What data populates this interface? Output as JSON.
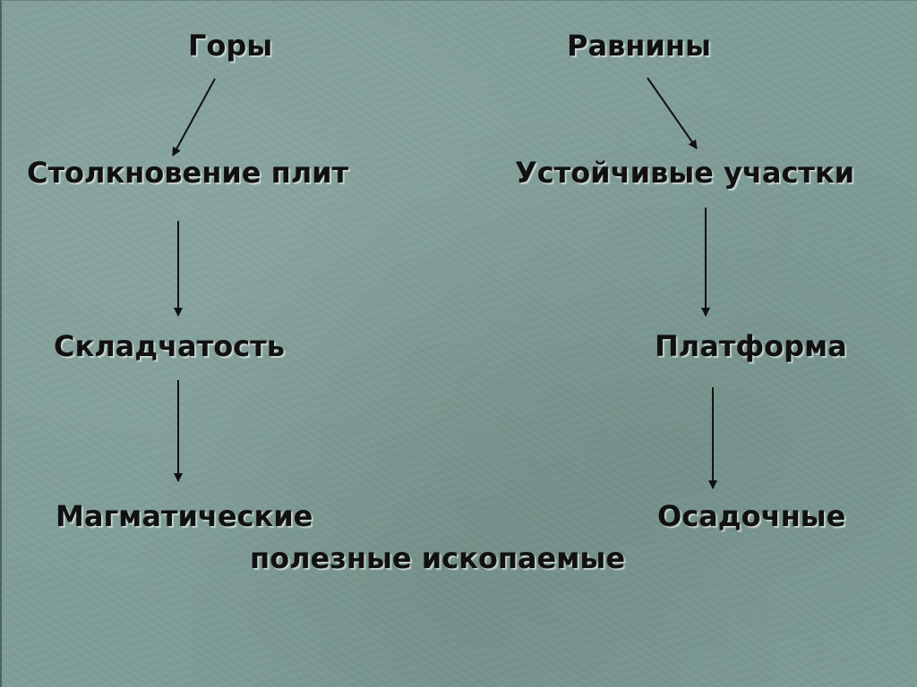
{
  "diagram": {
    "left": {
      "top": "Горы",
      "step1": "Столкновение плит",
      "step2": "Складчатость",
      "step3": "Магматические"
    },
    "right": {
      "top": "Равнины",
      "step1": "Устойчивые участки",
      "step2": "Платформа",
      "step3": "Осадочные"
    },
    "footer": "полезные ископаемые"
  },
  "colors": {
    "background": "#7f9d97",
    "text": "#111111",
    "arrow": "#111111"
  }
}
